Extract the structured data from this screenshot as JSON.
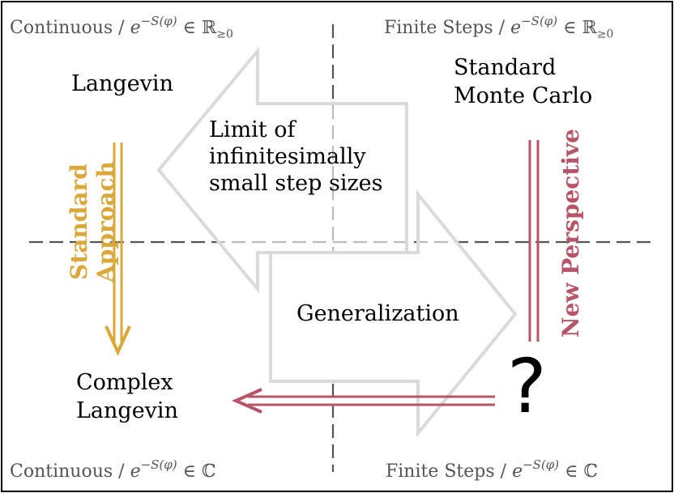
{
  "corners": {
    "top_left": {
      "prefix": "Continuous /",
      "math": "e",
      "exponent": "−S(φ)",
      "suffix": "∈ ℝ",
      "subscript": "≥0"
    },
    "top_right": {
      "prefix": "Finite Steps /",
      "math": "e",
      "exponent": "−S(φ)",
      "suffix": "∈ ℝ",
      "subscript": "≥0"
    },
    "bottom_left": {
      "prefix": "Continuous /",
      "math": "e",
      "exponent": "−S(φ)",
      "suffix": "∈ ℂ"
    },
    "bottom_right": {
      "prefix": "Finite Steps /",
      "math": "e",
      "exponent": "−S(φ)",
      "suffix": "∈ ℂ"
    }
  },
  "nodes": {
    "langevin": "Langevin",
    "standard_mc_line1": "Standard",
    "standard_mc_line2": "Monte Carlo",
    "complex_langevin_line1": "Complex",
    "complex_langevin_line2": "Langevin",
    "unknown": "?"
  },
  "arrows": {
    "limit_line1": "Limit of",
    "limit_line2": "infinitesimally",
    "limit_line3": "small step sizes",
    "generalization": "Generalization",
    "standard_approach_line1": "Standard",
    "standard_approach_line2": "Approach",
    "new_perspective": "New Perspective"
  },
  "colors": {
    "standard_approach": "#DDA83A",
    "new_perspective": "#B85467",
    "big_arrows_outline": "#DADADA",
    "dashed_axes": "#555555",
    "corner_text": "#555555"
  }
}
